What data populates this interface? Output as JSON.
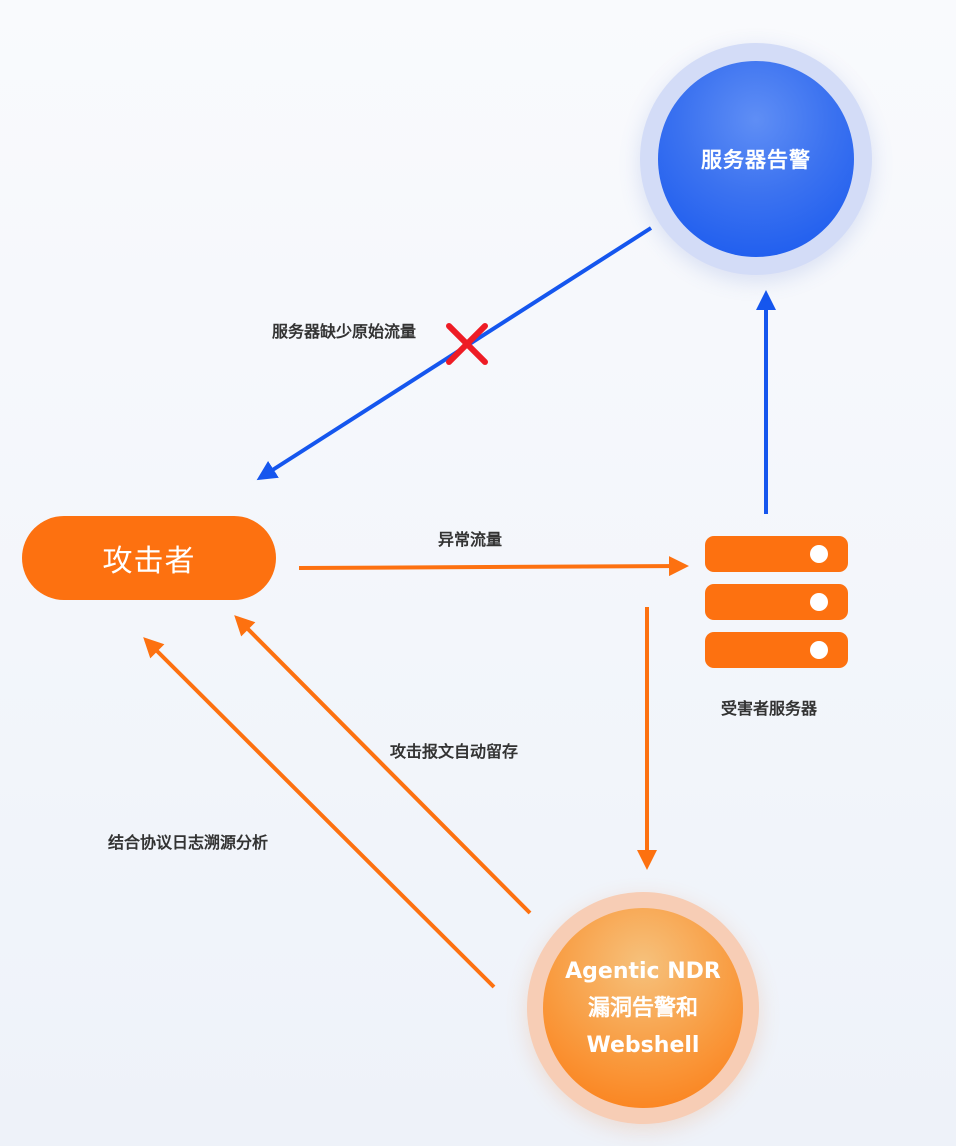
{
  "nodes": {
    "server_alert": "服务器告警",
    "attacker": "攻击者",
    "victim_server": "受害者服务器",
    "ndr": [
      "Agentic NDR",
      "漏洞告警和",
      "Webshell"
    ]
  },
  "edges": {
    "missing_traffic": "服务器缺少原始流量",
    "abnormal_traffic": "异常流量",
    "auto_retain": "攻击报文自动留存",
    "trace_analysis": "结合协议日志溯源分析"
  },
  "colors": {
    "orange": "#fd7110",
    "blue": "#1556ee",
    "cross": "#ee1c25",
    "label": "#333333"
  }
}
